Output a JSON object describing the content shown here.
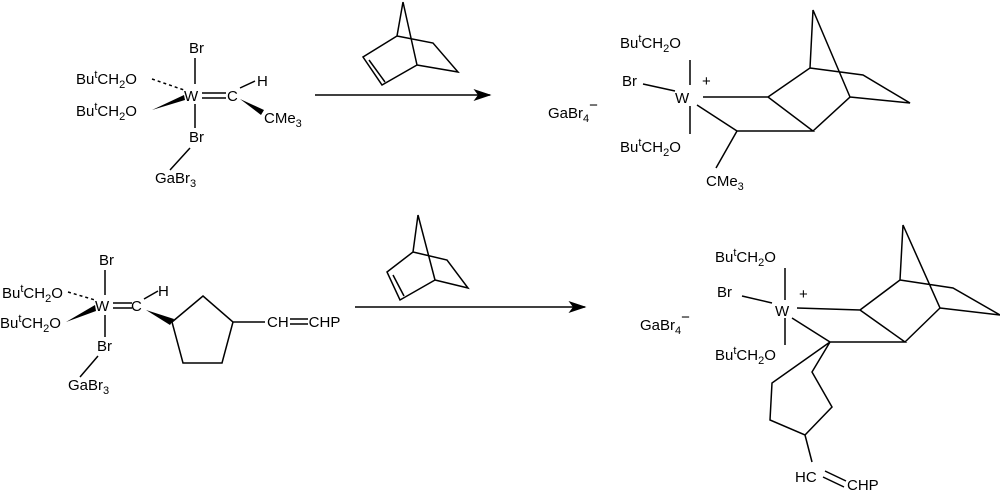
{
  "labels": {
    "neopentoxy": {
      "bu": "Bu",
      "t": "t",
      "ch": "CH",
      "two": "2",
      "o": "O"
    },
    "br": "Br",
    "w": "W",
    "c": "C",
    "h": "H",
    "cme3": {
      "cme": "CMe",
      "three": "3"
    },
    "gabr3": {
      "gabr": "GaBr",
      "three": "3"
    },
    "gabr4": {
      "gabr": "GaBr",
      "four": "4",
      "minus": "−"
    },
    "plus": "+",
    "vinyl_ch": "CH",
    "vinyl_chp": "CHP",
    "hc": "HC"
  },
  "reactions": [
    {
      "reagent": "norbornene",
      "arrow": "forward"
    },
    {
      "reagent": "norbornene",
      "arrow": "forward"
    }
  ]
}
